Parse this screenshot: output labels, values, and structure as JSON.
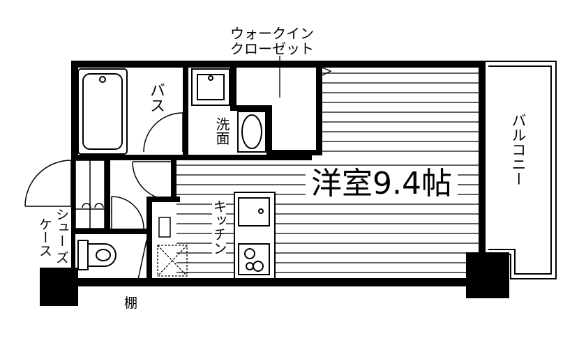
{
  "plan": {
    "colors": {
      "wall": "#000000",
      "floor_line": "#000000",
      "background": "#ffffff"
    },
    "labels": {
      "walkin_line1": "ウォークイン",
      "walkin_line2": "クローゼット",
      "bath": "バス",
      "washroom": "洗面",
      "balcony": "バルコニー",
      "western_room": "洋室9.4帖",
      "kitchen": "キッチン",
      "shoe_case_line1": "シュー",
      "shoe_case_line2": "ズ",
      "shoe_case_line3": "ケース",
      "shelf": "棚"
    }
  }
}
